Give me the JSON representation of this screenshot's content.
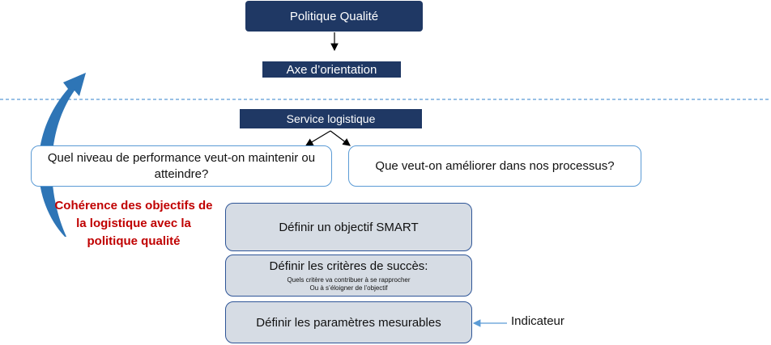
{
  "top": {
    "politique_label": "Politique Qualité",
    "axe_label": "Axe d’orientation"
  },
  "service": {
    "label": "Service logistique",
    "question_left": "Quel niveau de performance veut-on maintenir ou atteindre?",
    "question_right": "Que veut-on améliorer dans nos processus?"
  },
  "side_note": {
    "line1": "Cohérence des objectifs de",
    "line2": "la logistique avec la",
    "line3": "politique qualité"
  },
  "steps": {
    "smart": "Définir un objectif SMART",
    "criteres_title": "Définir les critères de succès:",
    "criteres_sub1": "Quels critère va contribuer à se rapprocher",
    "criteres_sub2": "Ou à s’éloigner de l’objectif",
    "parametres": "Définir les paramètres mesurables"
  },
  "indicator": {
    "label": "Indicateur"
  },
  "colors": {
    "navy": "#1f3864",
    "arrow_blue": "#2e75b6",
    "red": "#c00000",
    "box_fill": "#d6dce4",
    "box_border": "#2e5597"
  }
}
